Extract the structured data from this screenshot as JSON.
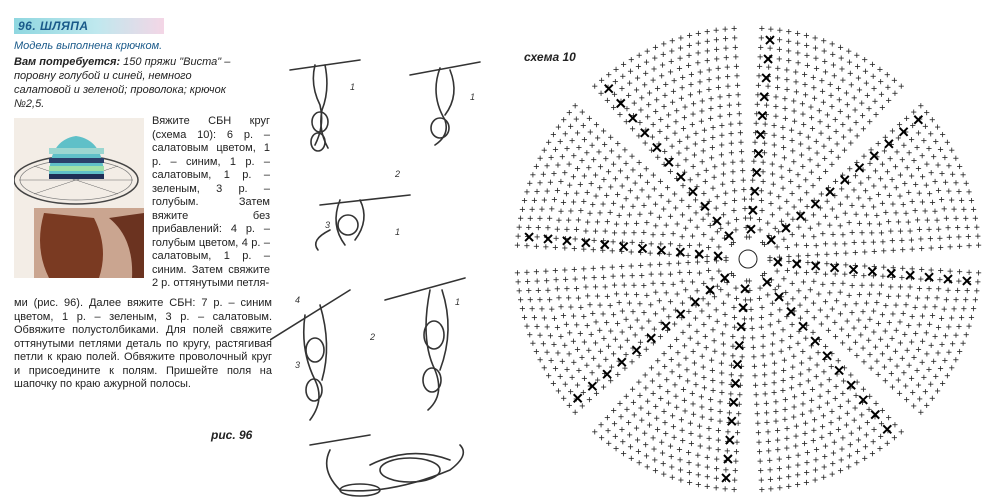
{
  "header": {
    "number_title": "96. ШЛЯПА"
  },
  "subtitle": "Модель выполнена крючком.",
  "materials": {
    "label": "Вам потребуется:",
    "text": " 150 пряжи \"Виста\" – поровну голубой и синей, немного салатовой и зеленой; проволока; крючок №2,5."
  },
  "instructions": {
    "col1": "Вяжите СБН круг (схема 10): 6 р. – салатовым цветом, 1 р. – синим, 1 р. – салатовым, 1 р. – зеленым, 3 р. – голубым. Затем вяжите без прибавлений: 4 р. – голубым цветом, 4 р. – салатовым, 1 р. – синим. Затем свяжите 2 р. оттянутыми петля-",
    "col2": "ми (рис. 96). Далее вяжите СБН: 7 р. – синим цветом, 1 р. – зеленым, 3 р. – салатовым. Обвяжите полустолбиками. Для полей свяжите оттянутыми петлями деталь по кругу, растягивая петли к краю полей. Обвяжите проволочный круг и присоедините к полям. Пришейте поля на шапочку по краю ажурной полосы."
  },
  "figure_caption": "рис. 96",
  "scheme_caption": "схема 10",
  "step_labels": [
    "1",
    "1",
    "2",
    "3",
    "1",
    "4",
    "3",
    "2",
    "1"
  ],
  "colors": {
    "header_bg": "#8fd7e0",
    "header_text": "#1a5a8a",
    "ink": "#222222"
  }
}
